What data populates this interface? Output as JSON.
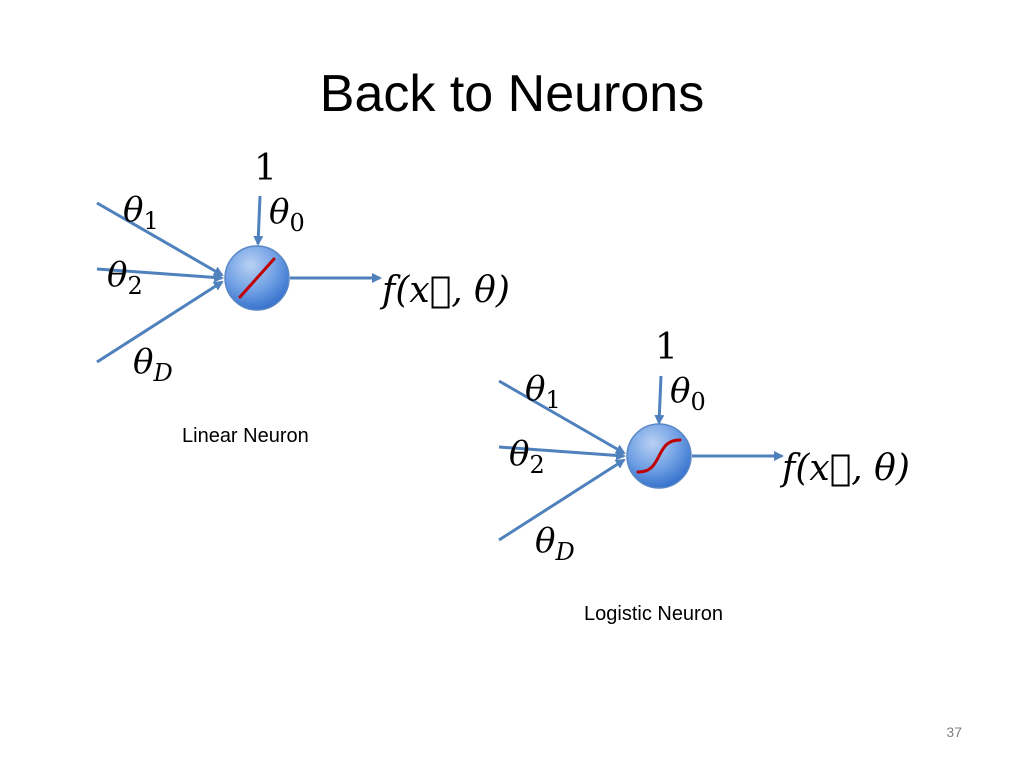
{
  "slide": {
    "title": "Back to Neurons",
    "page_number": "37"
  },
  "linear_neuron": {
    "caption": "Linear Neuron",
    "bias_input": "1",
    "bias_weight": "θ",
    "bias_weight_sub": "0",
    "weights": [
      {
        "symbol": "θ",
        "sub": "1"
      },
      {
        "symbol": "θ",
        "sub": "2"
      },
      {
        "symbol": "θ",
        "sub": "D"
      }
    ],
    "output": "f(x⃗, θ)",
    "activation": "linear"
  },
  "logistic_neuron": {
    "caption": "Logistic Neuron",
    "bias_input": "1",
    "bias_weight": "θ",
    "bias_weight_sub": "0",
    "weights": [
      {
        "symbol": "θ",
        "sub": "1"
      },
      {
        "symbol": "θ",
        "sub": "2"
      },
      {
        "symbol": "θ",
        "sub": "D"
      }
    ],
    "output": "f(x⃗, θ)",
    "activation": "logistic"
  },
  "colors": {
    "arrow": "#4f81bd",
    "node_light": "#a7c4ee",
    "node_dark": "#3a78d6",
    "activation_curve": "#c00000"
  }
}
